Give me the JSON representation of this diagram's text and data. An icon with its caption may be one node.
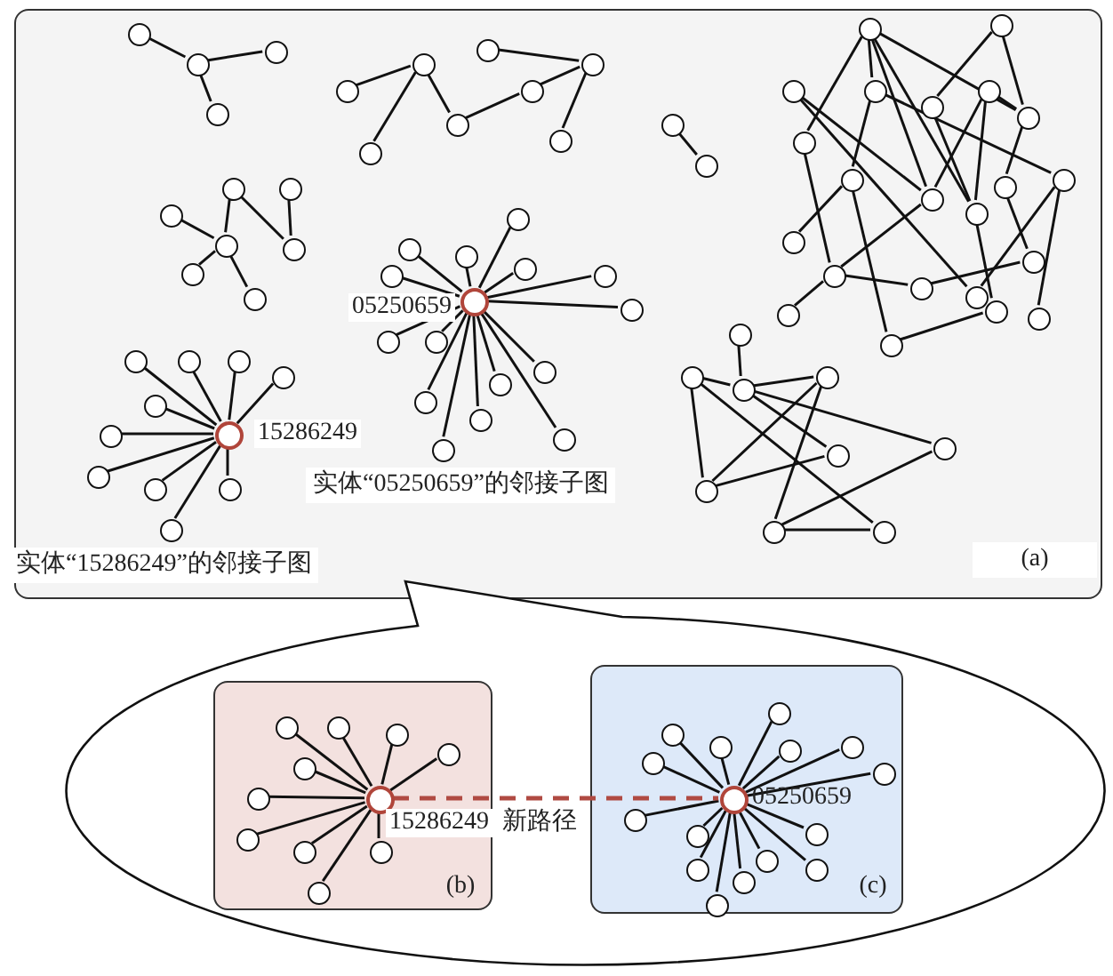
{
  "diagram": {
    "nodes": [
      {
        "text": [
          "(a)"
        ]
      },
      {
        "text": [],
        "shape": "circle",
        "in": 0
      },
      {
        "text": [],
        "shape": "circle",
        "in": 0
      },
      {
        "text": [],
        "shape": "circle",
        "in": 0
      },
      {
        "text": [],
        "shape": "circle",
        "in": 0
      },
      {
        "text": [],
        "shape": "circle",
        "in": 0
      },
      {
        "text": [],
        "shape": "circle",
        "in": 0
      },
      {
        "text": [],
        "shape": "circle",
        "in": 0
      },
      {
        "text": [],
        "shape": "circle",
        "in": 0
      },
      {
        "text": [],
        "shape": "circle",
        "in": 0
      },
      {
        "text": [],
        "shape": "circle",
        "in": 0
      },
      {
        "text": [],
        "shape": "circle",
        "in": 0
      },
      {
        "text": [],
        "shape": "circle",
        "in": 0
      },
      {
        "text": [],
        "shape": "circle",
        "in": 0
      },
      {
        "text": [],
        "shape": "circle",
        "in": 0
      },
      {
        "text": [],
        "shape": "circle",
        "in": 0
      },
      {
        "text": [],
        "shape": "circle",
        "in": 0
      },
      {
        "text": [],
        "shape": "circle",
        "in": 0
      },
      {
        "text": [],
        "shape": "circle",
        "in": 0
      },
      {
        "text": [],
        "shape": "circle",
        "in": 0
      },
      {
        "text": [],
        "shape": "circle",
        "in": 0
      },
      {
        "text": [],
        "shape": "circle",
        "in": 0
      },
      {
        "text": [],
        "shape": "circle",
        "in": 0,
        "beside": [
          "05250659"
        ]
      },
      {
        "text": [],
        "shape": "circle",
        "in": 0
      },
      {
        "text": [],
        "shape": "circle",
        "in": 0
      },
      {
        "text": [],
        "shape": "circle",
        "in": 0
      },
      {
        "text": [],
        "shape": "circle",
        "in": 0
      },
      {
        "text": [],
        "shape": "circle",
        "in": 0
      },
      {
        "text": [],
        "shape": "circle",
        "in": 0
      },
      {
        "text": [],
        "shape": "circle",
        "in": 0
      },
      {
        "text": [],
        "shape": "circle",
        "in": 0
      },
      {
        "text": [],
        "shape": "circle",
        "in": 0
      },
      {
        "text": [],
        "shape": "circle",
        "in": 0
      },
      {
        "text": [],
        "shape": "circle",
        "in": 0
      },
      {
        "text": [],
        "shape": "circle",
        "in": 0
      },
      {
        "text": [],
        "shape": "circle",
        "in": 0
      },
      {
        "text": [],
        "shape": "circle",
        "in": 0
      },
      {
        "text": [],
        "shape": "circle",
        "in": 0
      },
      {
        "text": [],
        "shape": "circle",
        "in": 0,
        "beside": [
          "15286249"
        ]
      },
      {
        "text": [],
        "shape": "circle",
        "in": 0
      },
      {
        "text": [],
        "shape": "circle",
        "in": 0
      },
      {
        "text": [],
        "shape": "circle",
        "in": 0
      },
      {
        "text": [],
        "shape": "circle",
        "in": 0
      },
      {
        "text": [],
        "shape": "circle",
        "in": 0
      },
      {
        "text": [],
        "shape": "circle",
        "in": 0
      },
      {
        "text": [],
        "shape": "circle",
        "in": 0
      },
      {
        "text": [],
        "shape": "circle",
        "in": 0
      },
      {
        "text": [],
        "shape": "circle",
        "in": 0
      },
      {
        "text": [],
        "shape": "circle",
        "in": 0
      },
      {
        "text": [],
        "shape": "circle",
        "in": 0
      },
      {
        "text": [],
        "shape": "circle",
        "in": 0
      },
      {
        "text": [],
        "shape": "circle",
        "in": 0
      },
      {
        "text": [],
        "shape": "circle",
        "in": 0
      },
      {
        "text": [],
        "shape": "circle",
        "in": 0
      },
      {
        "text": [],
        "shape": "circle",
        "in": 0
      },
      {
        "text": [],
        "shape": "circle",
        "in": 0
      },
      {
        "text": [],
        "shape": "circle",
        "in": 0
      },
      {
        "text": [],
        "shape": "circle",
        "in": 0
      },
      {
        "text": [],
        "shape": "circle",
        "in": 0
      },
      {
        "text": [],
        "shape": "circle",
        "in": 0
      },
      {
        "text": [],
        "shape": "circle",
        "in": 0
      },
      {
        "text": [],
        "shape": "circle",
        "in": 0
      },
      {
        "text": [],
        "shape": "circle",
        "in": 0
      },
      {
        "text": [],
        "shape": "circle",
        "in": 0
      },
      {
        "text": [],
        "shape": "circle",
        "in": 0
      },
      {
        "text": [],
        "shape": "circle",
        "in": 0
      },
      {
        "text": [],
        "shape": "circle",
        "in": 0
      },
      {
        "text": [],
        "shape": "circle",
        "in": 0
      },
      {
        "text": [],
        "shape": "circle",
        "in": 0
      },
      {
        "text": [],
        "shape": "circle",
        "in": 0
      },
      {
        "text": [],
        "shape": "circle",
        "in": 0
      },
      {
        "text": [],
        "shape": "circle",
        "in": 0
      },
      {
        "text": [],
        "shape": "circle",
        "in": 0
      },
      {
        "text": [],
        "shape": "circle",
        "in": 0
      },
      {
        "text": [],
        "shape": "circle",
        "in": 0
      },
      {
        "text": [],
        "shape": "circle",
        "in": 0
      },
      {
        "text": [],
        "shape": "circle",
        "in": 0
      },
      {
        "text": [],
        "shape": "circle",
        "in": 0
      },
      {
        "text": [],
        "shape": "circle",
        "in": 0
      },
      {
        "text": [],
        "shape": "circle",
        "in": 0
      },
      {
        "text": [],
        "shape": "ellipse"
      },
      {
        "text": [
          "(b)"
        ],
        "in": 80
      },
      {
        "text": [],
        "shape": "circle",
        "in": 81,
        "beside": [
          "15286249"
        ]
      },
      {
        "text": [],
        "shape": "circle",
        "in": 81
      },
      {
        "text": [],
        "shape": "circle",
        "in": 81
      },
      {
        "text": [],
        "shape": "circle",
        "in": 81
      },
      {
        "text": [],
        "shape": "circle",
        "in": 81
      },
      {
        "text": [],
        "shape": "circle",
        "in": 81
      },
      {
        "text": [],
        "shape": "circle",
        "in": 81
      },
      {
        "text": [],
        "shape": "circle",
        "in": 81
      },
      {
        "text": [],
        "shape": "circle",
        "in": 81
      },
      {
        "text": [],
        "shape": "circle",
        "in": 81
      },
      {
        "text": [],
        "shape": "circle",
        "in": 81
      },
      {
        "text": [
          "(c)"
        ],
        "in": 80
      },
      {
        "text": [],
        "shape": "circle",
        "in": 93,
        "beside": [
          "05250659"
        ]
      },
      {
        "text": [],
        "shape": "circle",
        "in": 93
      },
      {
        "text": [],
        "shape": "circle",
        "in": 93
      },
      {
        "text": [],
        "shape": "circle",
        "in": 93
      },
      {
        "text": [],
        "shape": "circle",
        "in": 93
      },
      {
        "text": [],
        "shape": "circle",
        "in": 93
      },
      {
        "text": [],
        "shape": "circle",
        "in": 93
      },
      {
        "text": [],
        "shape": "circle",
        "in": 93
      },
      {
        "text": [],
        "shape": "circle",
        "in": 93
      },
      {
        "text": [],
        "shape": "circle",
        "in": 93
      },
      {
        "text": [],
        "shape": "circle",
        "in": 93
      },
      {
        "text": [],
        "shape": "circle",
        "in": 93
      },
      {
        "text": [],
        "shape": "circle",
        "in": 93
      },
      {
        "text": [],
        "shape": "circle",
        "in": 93
      },
      {
        "text": [],
        "shape": "circle",
        "in": 93
      },
      {
        "text": [],
        "shape": "circle",
        "in": 93
      }
    ],
    "edges": [
      {
        "from": 1,
        "to": 2,
        "arrow": "none"
      },
      {
        "from": 2,
        "to": 3,
        "arrow": "none"
      },
      {
        "from": 2,
        "to": 4,
        "arrow": "none"
      },
      {
        "from": 5,
        "to": 6,
        "arrow": "none"
      },
      {
        "from": 6,
        "to": 7,
        "arrow": "none"
      },
      {
        "from": 6,
        "to": 8,
        "arrow": "none"
      },
      {
        "from": 8,
        "to": 11,
        "arrow": "none"
      },
      {
        "from": 11,
        "to": 10,
        "arrow": "none"
      },
      {
        "from": 9,
        "to": 10,
        "arrow": "none"
      },
      {
        "from": 10,
        "to": 12,
        "arrow": "none"
      },
      {
        "from": 13,
        "to": 14,
        "arrow": "none"
      },
      {
        "from": 15,
        "to": 16,
        "arrow": "none"
      },
      {
        "from": 16,
        "to": 17,
        "arrow": "none"
      },
      {
        "from": 17,
        "to": 19,
        "arrow": "none"
      },
      {
        "from": 18,
        "to": 19,
        "arrow": "none"
      },
      {
        "from": 16,
        "to": 20,
        "arrow": "none"
      },
      {
        "from": 16,
        "to": 21,
        "arrow": "none"
      },
      {
        "from": 22,
        "to": 23,
        "arrow": "none"
      },
      {
        "from": 22,
        "to": 24,
        "arrow": "none"
      },
      {
        "from": 22,
        "to": 25,
        "arrow": "none"
      },
      {
        "from": 22,
        "to": 26,
        "arrow": "none"
      },
      {
        "from": 22,
        "to": 27,
        "arrow": "none"
      },
      {
        "from": 22,
        "to": 28,
        "arrow": "none"
      },
      {
        "from": 22,
        "to": 29,
        "arrow": "none"
      },
      {
        "from": 22,
        "to": 30,
        "arrow": "none"
      },
      {
        "from": 22,
        "to": 31,
        "arrow": "none"
      },
      {
        "from": 22,
        "to": 32,
        "arrow": "none"
      },
      {
        "from": 22,
        "to": 33,
        "arrow": "none"
      },
      {
        "from": 22,
        "to": 34,
        "arrow": "none"
      },
      {
        "from": 22,
        "to": 35,
        "arrow": "none"
      },
      {
        "from": 22,
        "to": 36,
        "arrow": "none"
      },
      {
        "from": 22,
        "to": 37,
        "arrow": "none"
      },
      {
        "from": 38,
        "to": 39,
        "arrow": "none"
      },
      {
        "from": 38,
        "to": 40,
        "arrow": "none"
      },
      {
        "from": 38,
        "to": 41,
        "arrow": "none"
      },
      {
        "from": 38,
        "to": 42,
        "arrow": "none"
      },
      {
        "from": 38,
        "to": 43,
        "arrow": "none"
      },
      {
        "from": 38,
        "to": 44,
        "arrow": "none"
      },
      {
        "from": 38,
        "to": 45,
        "arrow": "none"
      },
      {
        "from": 38,
        "to": 46,
        "arrow": "none"
      },
      {
        "from": 38,
        "to": 47,
        "arrow": "none"
      },
      {
        "from": 38,
        "to": 48,
        "arrow": "none"
      },
      {
        "from": 49,
        "to": 56,
        "arrow": "none"
      },
      {
        "from": 49,
        "to": 52,
        "arrow": "none"
      },
      {
        "from": 49,
        "to": 58,
        "arrow": "none"
      },
      {
        "from": 49,
        "to": 59,
        "arrow": "none"
      },
      {
        "from": 49,
        "to": 55,
        "arrow": "none"
      },
      {
        "from": 50,
        "to": 53,
        "arrow": "none"
      },
      {
        "from": 50,
        "to": 55,
        "arrow": "none"
      },
      {
        "from": 51,
        "to": 58,
        "arrow": "none"
      },
      {
        "from": 51,
        "to": 66,
        "arrow": "none"
      },
      {
        "from": 52,
        "to": 57,
        "arrow": "none"
      },
      {
        "from": 52,
        "to": 61,
        "arrow": "none"
      },
      {
        "from": 53,
        "to": 59,
        "arrow": "none"
      },
      {
        "from": 54,
        "to": 58,
        "arrow": "none"
      },
      {
        "from": 54,
        "to": 59,
        "arrow": "none"
      },
      {
        "from": 54,
        "to": 55,
        "arrow": "none"
      },
      {
        "from": 55,
        "to": 60,
        "arrow": "none"
      },
      {
        "from": 56,
        "to": 64,
        "arrow": "none"
      },
      {
        "from": 57,
        "to": 62,
        "arrow": "none"
      },
      {
        "from": 57,
        "to": 70,
        "arrow": "none"
      },
      {
        "from": 58,
        "to": 64,
        "arrow": "none"
      },
      {
        "from": 60,
        "to": 63,
        "arrow": "none"
      },
      {
        "from": 61,
        "to": 66,
        "arrow": "none"
      },
      {
        "from": 61,
        "to": 69,
        "arrow": "none"
      },
      {
        "from": 64,
        "to": 65,
        "arrow": "none"
      },
      {
        "from": 65,
        "to": 63,
        "arrow": "none"
      },
      {
        "from": 64,
        "to": 68,
        "arrow": "none"
      },
      {
        "from": 59,
        "to": 67,
        "arrow": "none"
      },
      {
        "from": 67,
        "to": 70,
        "arrow": "none"
      },
      {
        "from": 71,
        "to": 73,
        "arrow": "none"
      },
      {
        "from": 72,
        "to": 73,
        "arrow": "none"
      },
      {
        "from": 73,
        "to": 74,
        "arrow": "none"
      },
      {
        "from": 72,
        "to": 77,
        "arrow": "none"
      },
      {
        "from": 72,
        "to": 79,
        "arrow": "none"
      },
      {
        "from": 73,
        "to": 75,
        "arrow": "none"
      },
      {
        "from": 73,
        "to": 76,
        "arrow": "none"
      },
      {
        "from": 74,
        "to": 77,
        "arrow": "none"
      },
      {
        "from": 74,
        "to": 78,
        "arrow": "none"
      },
      {
        "from": 77,
        "to": 75,
        "arrow": "none"
      },
      {
        "from": 78,
        "to": 79,
        "arrow": "none"
      },
      {
        "from": 78,
        "to": 76,
        "arrow": "none"
      },
      {
        "from": 82,
        "to": 83,
        "arrow": "none"
      },
      {
        "from": 82,
        "to": 84,
        "arrow": "none"
      },
      {
        "from": 82,
        "to": 85,
        "arrow": "none"
      },
      {
        "from": 82,
        "to": 86,
        "arrow": "none"
      },
      {
        "from": 82,
        "to": 87,
        "arrow": "none"
      },
      {
        "from": 82,
        "to": 88,
        "arrow": "none"
      },
      {
        "from": 82,
        "to": 89,
        "arrow": "none"
      },
      {
        "from": 82,
        "to": 90,
        "arrow": "none"
      },
      {
        "from": 82,
        "to": 91,
        "arrow": "none"
      },
      {
        "from": 82,
        "to": 92,
        "arrow": "none"
      },
      {
        "from": 94,
        "to": 95,
        "arrow": "none"
      },
      {
        "from": 94,
        "to": 96,
        "arrow": "none"
      },
      {
        "from": 94,
        "to": 97,
        "arrow": "none"
      },
      {
        "from": 94,
        "to": 98,
        "arrow": "none"
      },
      {
        "from": 94,
        "to": 99,
        "arrow": "none"
      },
      {
        "from": 94,
        "to": 100,
        "arrow": "none"
      },
      {
        "from": 94,
        "to": 101,
        "arrow": "none"
      },
      {
        "from": 94,
        "to": 102,
        "arrow": "none"
      },
      {
        "from": 94,
        "to": 103,
        "arrow": "none"
      },
      {
        "from": 94,
        "to": 104,
        "arrow": "none"
      },
      {
        "from": 94,
        "to": 105,
        "arrow": "none"
      },
      {
        "from": 94,
        "to": 106,
        "arrow": "none"
      },
      {
        "from": 94,
        "to": 107,
        "arrow": "none"
      },
      {
        "from": 94,
        "to": 108,
        "arrow": "none"
      },
      {
        "from": 94,
        "to": 109,
        "arrow": "none"
      },
      {
        "from": 82,
        "to": 94,
        "arrow": "none",
        "style": "dashed",
        "color": "#b04a42",
        "label": "新路径"
      }
    ],
    "labels": [
      "实体“05250659”的邻接子图",
      "实体“15286249”的邻接子图"
    ]
  }
}
